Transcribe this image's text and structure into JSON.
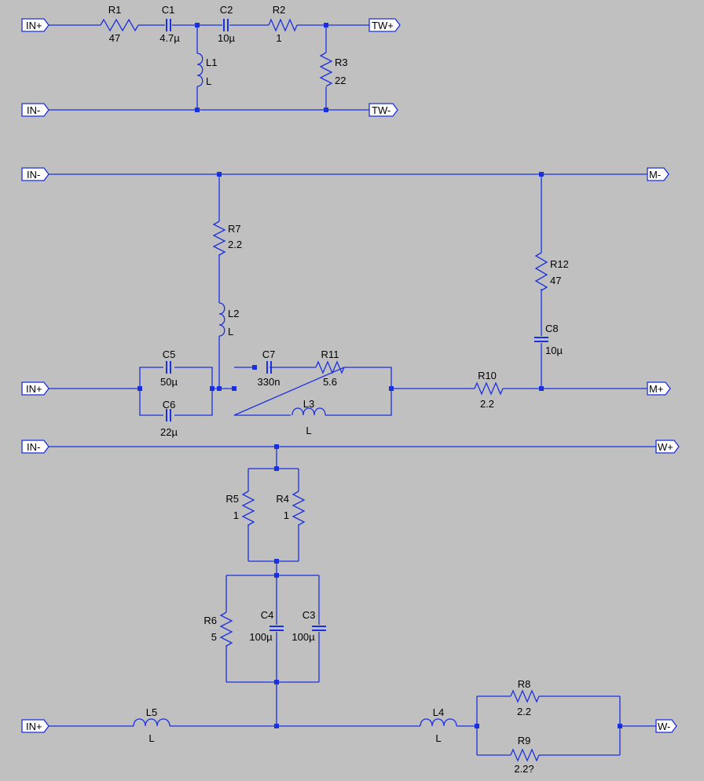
{
  "colors": {
    "background": "#c0c0c0",
    "wire": "#1a2fe0",
    "flag_fill": "#ffffff",
    "text": "#000000"
  },
  "ports": {
    "in_plus_1": "IN+",
    "in_minus_1": "IN-",
    "tw_plus": "TW+",
    "tw_minus": "TW-",
    "in_minus_2": "IN-",
    "m_minus": "M-",
    "in_plus_2": "IN+",
    "m_plus": "M+",
    "in_minus_3": "IN-",
    "w_plus": "W+",
    "in_plus_3": "IN+",
    "w_minus": "W-"
  },
  "components": {
    "R1": {
      "name": "R1",
      "value": "47"
    },
    "C1": {
      "name": "C1",
      "value": "4.7µ"
    },
    "C2": {
      "name": "C2",
      "value": "10µ"
    },
    "R2": {
      "name": "R2",
      "value": "1"
    },
    "L1": {
      "name": "L1",
      "value": "L"
    },
    "R3": {
      "name": "R3",
      "value": "22"
    },
    "R7": {
      "name": "R7",
      "value": "2.2"
    },
    "L2": {
      "name": "L2",
      "value": "L"
    },
    "R12": {
      "name": "R12",
      "value": "47"
    },
    "C8": {
      "name": "C8",
      "value": "10µ"
    },
    "C5": {
      "name": "C5",
      "value": "50µ"
    },
    "C6": {
      "name": "C6",
      "value": "22µ"
    },
    "C7": {
      "name": "C7",
      "value": "330n"
    },
    "R11": {
      "name": "R11",
      "value": "5.6"
    },
    "L3": {
      "name": "L3",
      "value": "L"
    },
    "R10": {
      "name": "R10",
      "value": "2.2"
    },
    "R5": {
      "name": "R5",
      "value": "1"
    },
    "R4": {
      "name": "R4",
      "value": "1"
    },
    "R6": {
      "name": "R6",
      "value": "5"
    },
    "C4": {
      "name": "C4",
      "value": "100µ"
    },
    "C3": {
      "name": "C3",
      "value": "100µ"
    },
    "L5": {
      "name": "L5",
      "value": "L"
    },
    "L4": {
      "name": "L4",
      "value": "L"
    },
    "R8": {
      "name": "R8",
      "value": "2.2"
    },
    "R9": {
      "name": "R9",
      "value": "2.2?"
    }
  }
}
